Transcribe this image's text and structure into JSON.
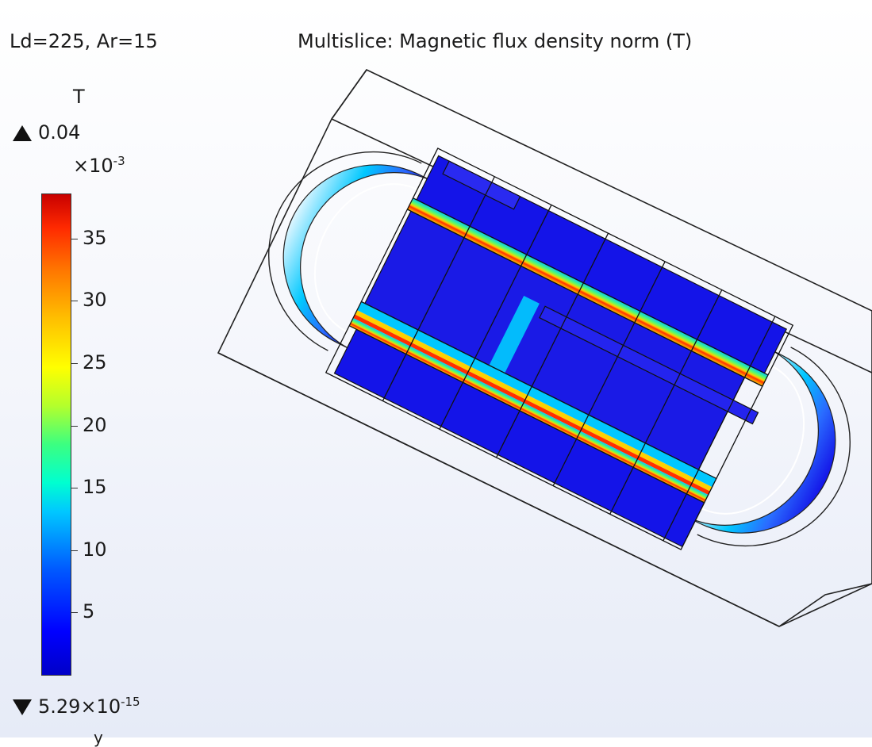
{
  "header": {
    "params": "Ld=225, Ar=15",
    "plot_title": "Multislice: Magnetic flux density norm (T)"
  },
  "legend": {
    "unit": "T",
    "max_value": "0.04",
    "multiplier_base": "×10",
    "multiplier_exp": "-3",
    "min_value_base": "5.29×10",
    "min_value_exp": "-15",
    "cutoff_label": "y",
    "ticks": [
      "35",
      "30",
      "25",
      "20",
      "15",
      "10",
      "5"
    ],
    "colormap": [
      "#0000c8",
      "#0000ff",
      "#00c8ff",
      "#3cff80",
      "#ffff00",
      "#ff7800",
      "#c80000"
    ]
  },
  "colors": {
    "field_low": "#1414e8",
    "field_mid": "#00d8ff",
    "field_high": "#ffd000",
    "field_peak": "#ff3000",
    "wireframe": "#222222"
  }
}
